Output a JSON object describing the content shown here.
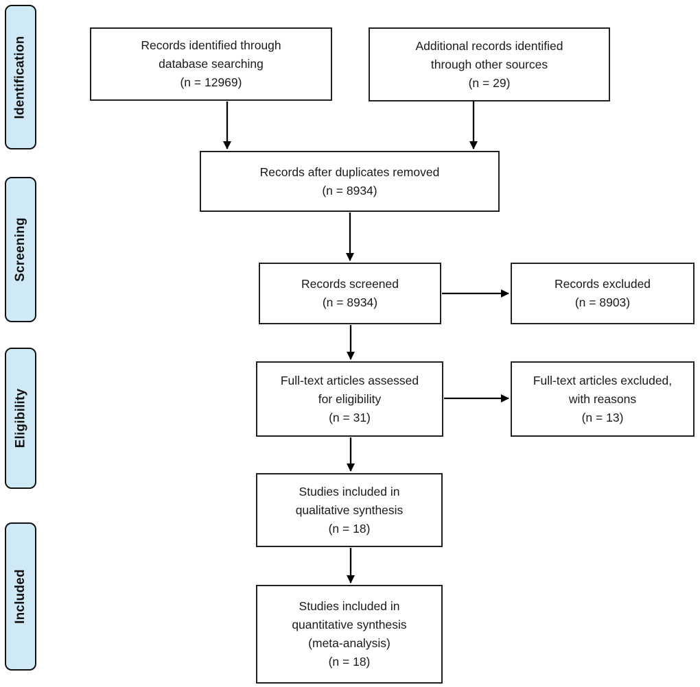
{
  "diagram_type": "prisma-flow-diagram",
  "colors": {
    "background": "#ffffff",
    "sidebar_fill": "#cfe9f7",
    "box_border": "#1f1f1f",
    "text": "#1a1a1a",
    "arrow": "#000000"
  },
  "sidebar": {
    "items": [
      {
        "id": "identification",
        "label": "Identification"
      },
      {
        "id": "screening",
        "label": "Screening"
      },
      {
        "id": "eligibility",
        "label": "Eligibility"
      },
      {
        "id": "included",
        "label": "Included"
      }
    ]
  },
  "flow": {
    "boxes": [
      {
        "id": "records-identified",
        "n": 12969,
        "text": "Records identified through\ndatabase searching\n(n = 12969)"
      },
      {
        "id": "additional-records",
        "n": 29,
        "text": "Additional records identified\nthrough other sources\n(n = 29)"
      },
      {
        "id": "duplicates-removed",
        "n": 8934,
        "text": "Records after duplicates removed\n(n = 8934)"
      },
      {
        "id": "records-screened",
        "n": 8934,
        "text": "Records screened\n(n = 8934)"
      },
      {
        "id": "records-excluded",
        "n": 8903,
        "text": "Records excluded\n(n = 8903)"
      },
      {
        "id": "fulltext-assessed",
        "n": 31,
        "text": "Full-text articles assessed\nfor eligibility\n(n = 31)"
      },
      {
        "id": "fulltext-excluded",
        "n": 13,
        "text": "Full-text articles excluded,\nwith reasons\n(n = 13)"
      },
      {
        "id": "qualitative-synthesis",
        "n": 18,
        "text": "Studies included in\nqualitative synthesis\n(n = 18)"
      },
      {
        "id": "quantitative-synthesis",
        "n": 18,
        "text": "Studies included in\nquantitative synthesis\n(meta-analysis)\n(n = 18)"
      }
    ]
  }
}
